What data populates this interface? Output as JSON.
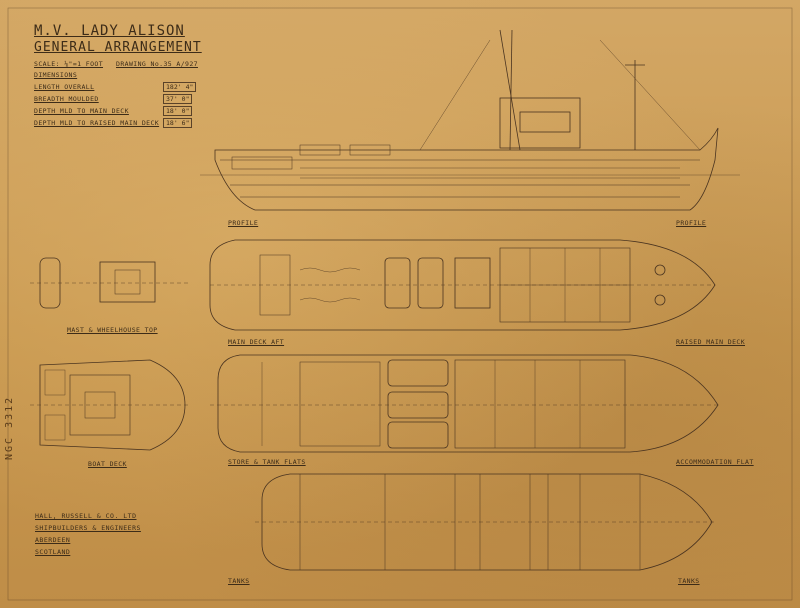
{
  "title": "M.V. LADY ALISON",
  "subtitle": "GENERAL ARRANGEMENT",
  "scale": "SCALE: ⅛\"=1 FOOT",
  "drawing_no": "DRAWING No.35 A/927",
  "dimensions_heading": "DIMENSIONS",
  "dimensions": [
    {
      "label": "LENGTH OVERALL",
      "value": "182' 4\""
    },
    {
      "label": "BREADTH MOULDED",
      "value": "37' 0\""
    },
    {
      "label": "DEPTH MLD TO MAIN DECK",
      "value": "18' 0\""
    },
    {
      "label": "DEPTH MLD TO RAISED MAIN DECK",
      "value": "18' 6\""
    }
  ],
  "views": {
    "profile_left": "PROFILE",
    "profile_right": "PROFILE",
    "mast": "MAST & WHEELHOUSE TOP",
    "main_deck_aft": "MAIN DECK AFT",
    "raised_main_deck": "RAISED MAIN DECK",
    "boat_deck": "BOAT DECK",
    "store_tank": "STORE & TANK FLATS",
    "accommodation": "ACCOMMODATION FLAT",
    "tanks_left": "TANKS",
    "tanks_right": "TANKS"
  },
  "builder": {
    "line1": "HALL, RUSSELL & CO. LTD",
    "line2": "SHIPBUILDERS & ENGINEERS",
    "line3": "ABERDEEN",
    "line4": "SCOTLAND"
  },
  "stamp": "NGC 3312",
  "colors": {
    "paper": "#c99a53",
    "ink": "#3d2c18"
  }
}
